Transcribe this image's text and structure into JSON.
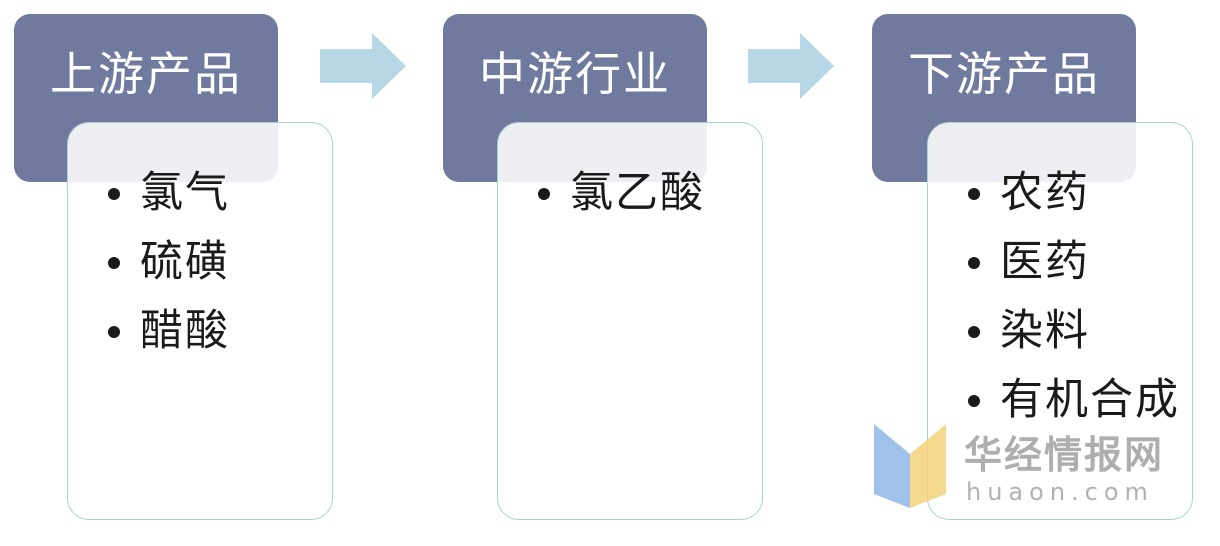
{
  "columns": [
    {
      "title": "上游产品",
      "items": [
        "氯气",
        "硫磺",
        "醋酸"
      ]
    },
    {
      "title": "中游行业",
      "items": [
        "氯乙酸"
      ]
    },
    {
      "title": "下游产品",
      "items": [
        "农药",
        "医药",
        "染料",
        "有机合成"
      ]
    }
  ],
  "watermark": {
    "name": "华经情报网",
    "url": "huaon.com"
  },
  "colors": {
    "header": "#6f7a9e",
    "card_border": "#a9d2d6",
    "arrow": "#b7d6e6"
  }
}
